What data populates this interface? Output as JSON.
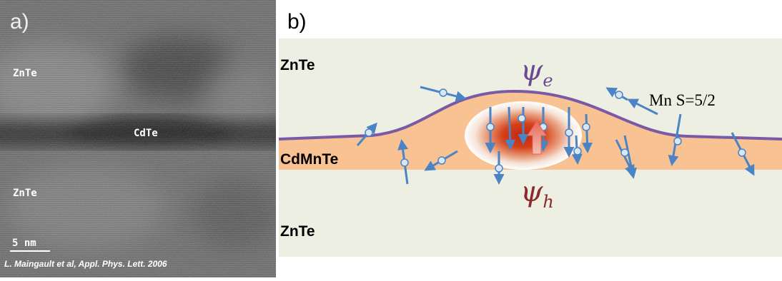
{
  "panel_a": {
    "label": "a)",
    "top_material": "ZnTe",
    "middle_material": "CdTe",
    "bottom_material": "ZnTe",
    "scale_bar": "5 nm",
    "citation": "L. Maingault et al, Appl. Phys. Lett. 2006"
  },
  "panel_b": {
    "label": "b)",
    "top_material": "ZnTe",
    "middle_material": "CdMnTe",
    "bottom_material": "ZnTe",
    "psi_e": "ψ",
    "psi_e_sub": "e",
    "psi_h": "ψ",
    "psi_h_sub": "h",
    "mn_label": "Mn S=5/2"
  },
  "colors": {
    "barrier": "#ecefe2",
    "well": "#f8c293",
    "wavefunction_e": "#7a5aa5",
    "spin_arrow": "#4a84c4",
    "psi_e_text": "#6a4a90",
    "psi_h_text": "#8b2a2a"
  }
}
